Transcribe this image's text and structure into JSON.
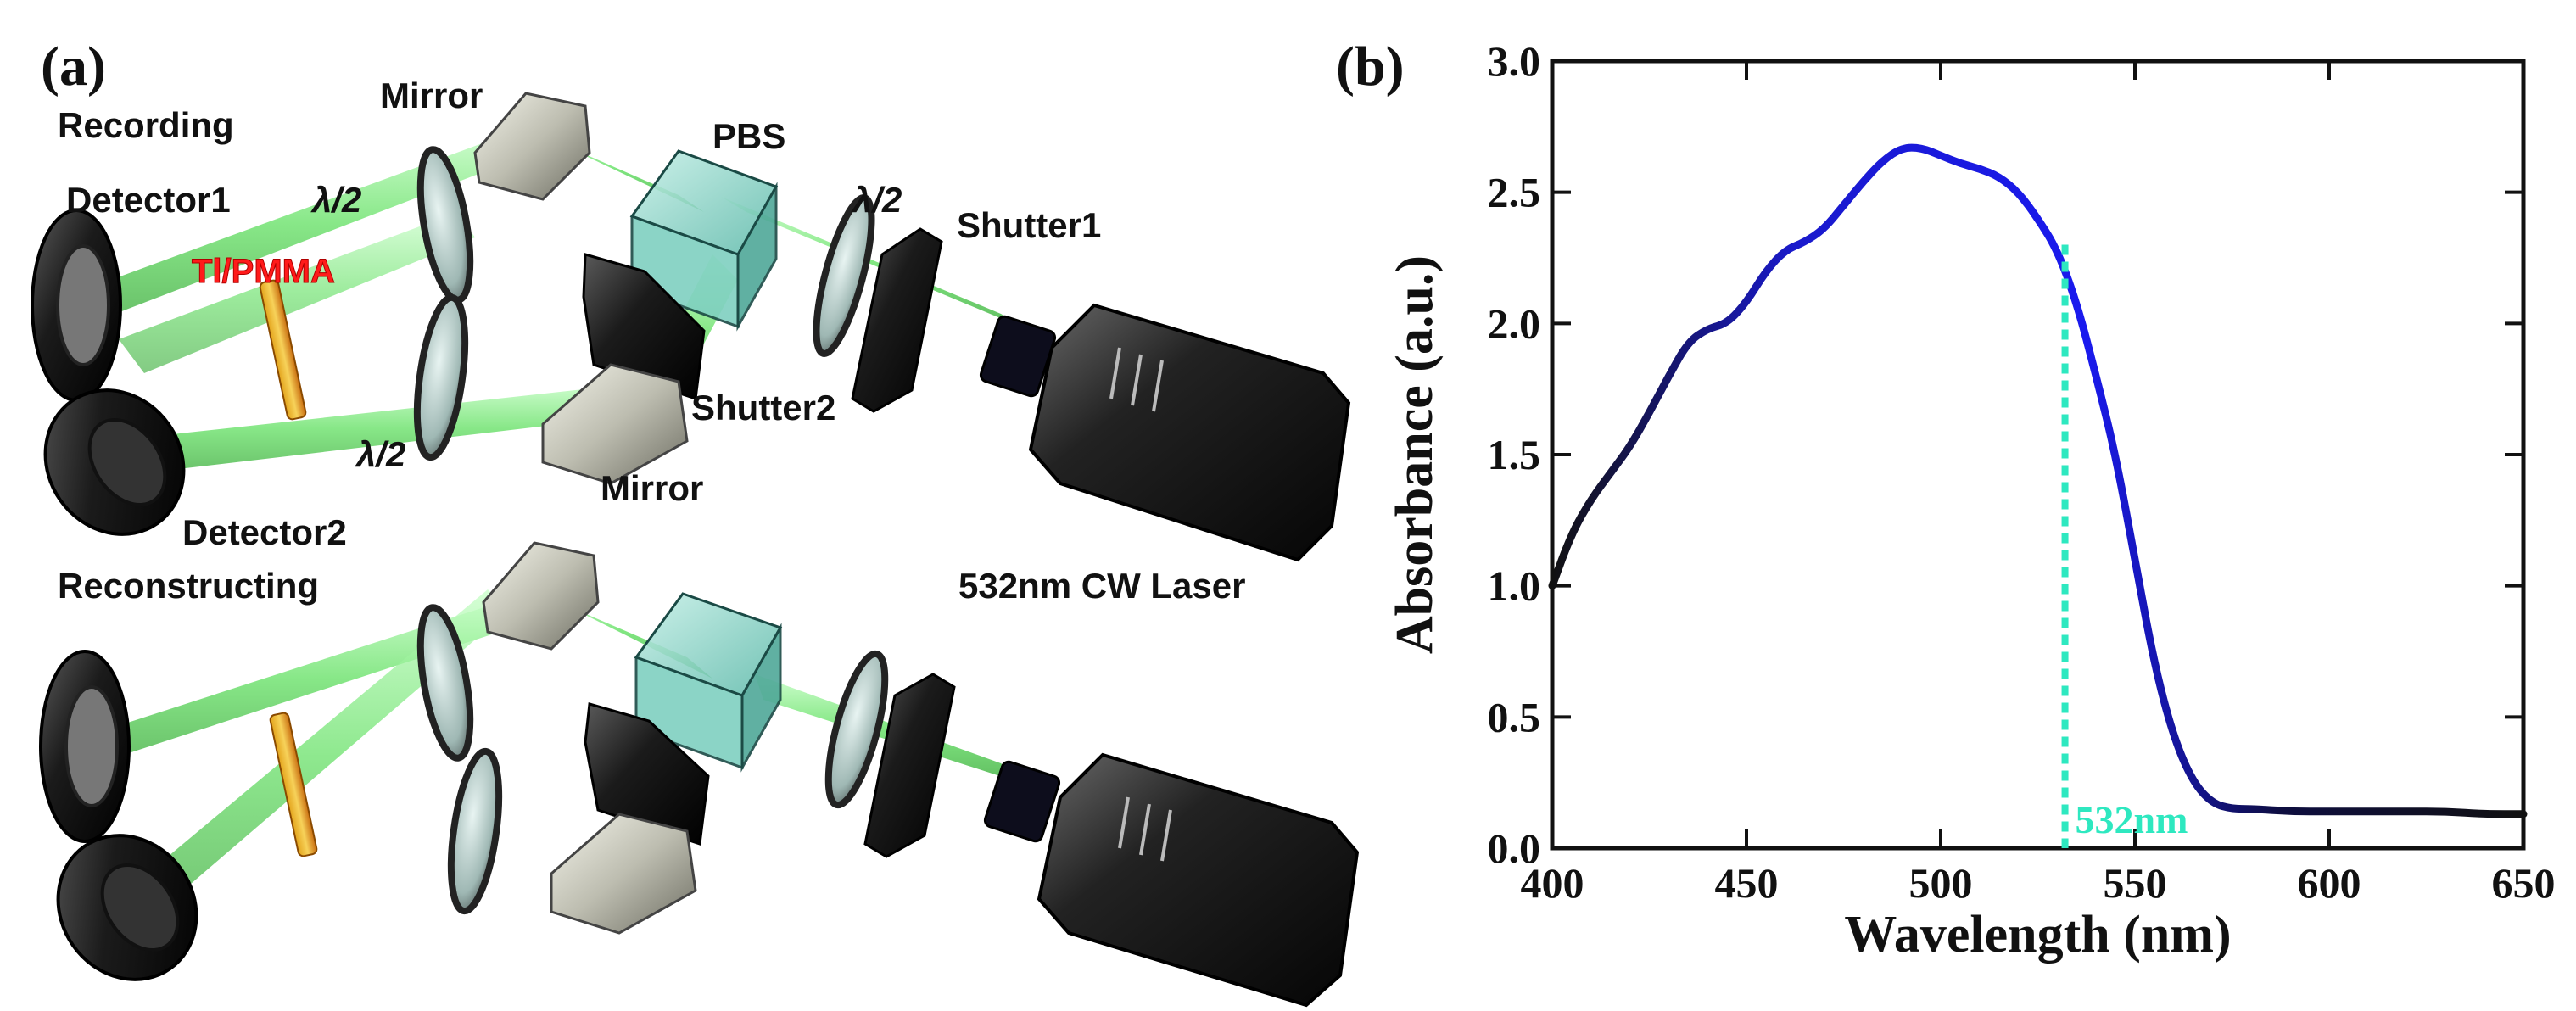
{
  "panel_a": {
    "letter": "(a)",
    "recording_label": "Recording",
    "reconstructing_label": "Reconstructing",
    "laser_label": "532nm CW Laser",
    "components": {
      "mirror_top": "Mirror",
      "mirror_bottom": "Mirror",
      "pbs": "PBS",
      "halfwave_1": "λ/2",
      "halfwave_2": "λ/2",
      "halfwave_3": "λ/2",
      "shutter1": "Shutter1",
      "shutter2": "Shutter2",
      "detector1": "Detector1",
      "detector2": "Detector2",
      "sample": "Tl/PMMA"
    },
    "colors": {
      "beam": "#6fe36f",
      "sample": "#ff1a1a",
      "optic_metal": "#cfcfc4",
      "laser_body": "#1a1a1a"
    }
  },
  "panel_b": {
    "letter": "(b)",
    "marker_label": "532nm",
    "marker_color": "#2ee8c0"
  },
  "chart_data": {
    "type": "line",
    "title": "",
    "xlabel": "Wavelength (nm)",
    "ylabel": "Absorbance (a.u.)",
    "xlim": [
      400,
      650
    ],
    "ylim": [
      0.0,
      3.0
    ],
    "xticks": [
      "400",
      "450",
      "500",
      "550",
      "600",
      "650"
    ],
    "yticks": [
      "0.0",
      "0.5",
      "1.0",
      "1.5",
      "2.0",
      "2.5",
      "3.0"
    ],
    "grid": false,
    "series": [
      {
        "color_gradient": [
          "#111111",
          "#1a1acc",
          "#1a1aee",
          "#111111"
        ],
        "x": [
          400,
          405,
          410,
          415,
          420,
          425,
          430,
          435,
          440,
          445,
          450,
          455,
          460,
          465,
          470,
          475,
          480,
          485,
          490,
          495,
          500,
          505,
          510,
          515,
          520,
          525,
          530,
          535,
          540,
          545,
          550,
          555,
          560,
          565,
          570,
          575,
          580,
          590,
          600,
          610,
          620,
          630,
          640,
          650
        ],
        "y": [
          1.0,
          1.2,
          1.33,
          1.43,
          1.53,
          1.66,
          1.8,
          1.93,
          1.98,
          2.0,
          2.08,
          2.2,
          2.28,
          2.31,
          2.36,
          2.45,
          2.54,
          2.62,
          2.67,
          2.67,
          2.64,
          2.61,
          2.59,
          2.56,
          2.5,
          2.4,
          2.28,
          2.08,
          1.8,
          1.5,
          1.1,
          0.7,
          0.42,
          0.25,
          0.17,
          0.15,
          0.15,
          0.14,
          0.14,
          0.14,
          0.14,
          0.14,
          0.13,
          0.13
        ]
      }
    ],
    "marker": {
      "x": 532,
      "y_top": 2.3
    }
  }
}
